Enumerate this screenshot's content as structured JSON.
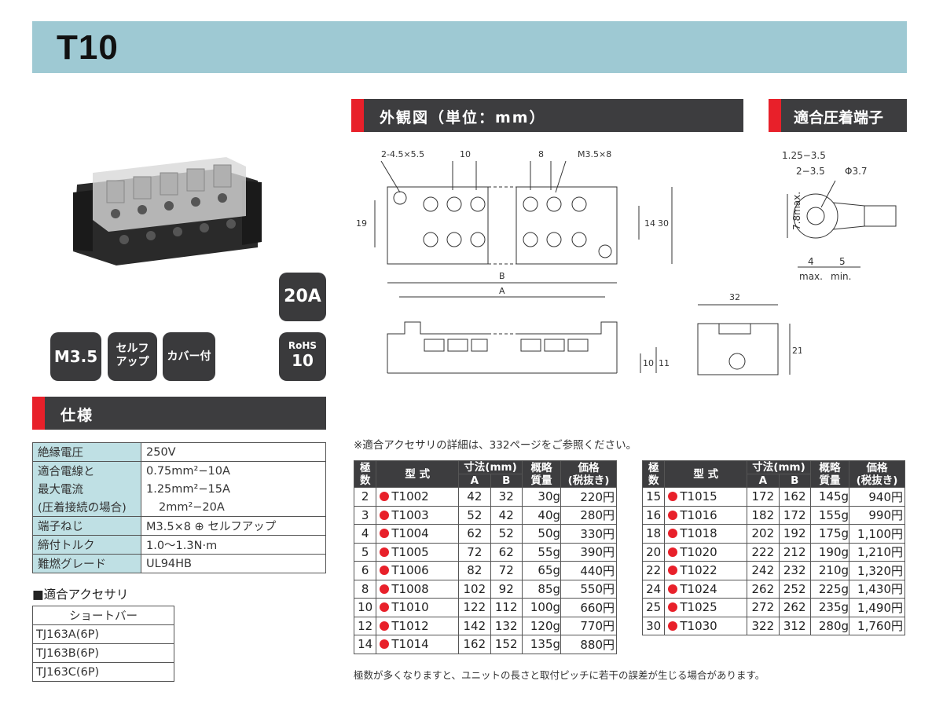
{
  "title": "T10",
  "sections": {
    "outline": "外観図（単位：mm）",
    "terminal": "適合圧着端子",
    "spec": "仕様"
  },
  "badges": {
    "current": "20A",
    "screw": "M3.5",
    "self_up": "セルフ\nアップ",
    "cover": "カバー付",
    "rohs_top": "RoHS",
    "rohs_num": "10"
  },
  "drawing_labels": {
    "hole": "2-4.5×5.5",
    "pitch10": "10",
    "pitch8": "8",
    "screw": "M3.5×8",
    "dim19": "19",
    "dim14": "14",
    "dim30": "30",
    "dimB": "B",
    "dimA": "A",
    "dim32": "32",
    "dim10": "10",
    "dim11": "11",
    "dim21": "21"
  },
  "terminal_labels": {
    "size1": "1.25−3.5",
    "size2": "2−3.5",
    "phi": "Φ3.7",
    "height": "7.8max.",
    "w4": "4",
    "w5": "5",
    "max": "max.",
    "min": "min."
  },
  "spec": {
    "rows": [
      {
        "label": "絶縁電圧",
        "value": "250V"
      },
      {
        "label": "適合電線と",
        "value": "0.75mm²−10A"
      },
      {
        "label": "最大電流",
        "value": "1.25mm²−15A"
      },
      {
        "label": "(圧着接続の場合)",
        "value": "2mm²−20A"
      },
      {
        "label": "端子ねじ",
        "value": "M3.5×8 ⊕ セルフアップ"
      },
      {
        "label": "締付トルク",
        "value": "1.0〜1.3N·m"
      },
      {
        "label": "難燃グレード",
        "value": "UL94HB"
      }
    ]
  },
  "accessory": {
    "heading": "■適合アクセサリ",
    "header": "ショートバー",
    "items": [
      "TJ163A(6P)",
      "TJ163B(6P)",
      "TJ163C(6P)"
    ]
  },
  "table_note_top": "※適合アクセサリの詳細は、332ページをご参照ください。",
  "table_note_bottom": "極数が多くなりますと、ユニットの長さと取付ピッチに若干の誤差が生じる場合があります。",
  "table_headers": {
    "poles": "極\n数",
    "model": "型 式",
    "dims": "寸法(mm)",
    "a": "A",
    "b": "B",
    "mass": "概略\n質量",
    "price": "価格\n(税抜き)"
  },
  "left_rows": [
    {
      "poles": "2",
      "model": "T1002",
      "a": "42",
      "b": "32",
      "mass": "30g",
      "price": "220円"
    },
    {
      "poles": "3",
      "model": "T1003",
      "a": "52",
      "b": "42",
      "mass": "40g",
      "price": "280円"
    },
    {
      "poles": "4",
      "model": "T1004",
      "a": "62",
      "b": "52",
      "mass": "50g",
      "price": "330円"
    },
    {
      "poles": "5",
      "model": "T1005",
      "a": "72",
      "b": "62",
      "mass": "55g",
      "price": "390円"
    },
    {
      "poles": "6",
      "model": "T1006",
      "a": "82",
      "b": "72",
      "mass": "65g",
      "price": "440円"
    },
    {
      "poles": "8",
      "model": "T1008",
      "a": "102",
      "b": "92",
      "mass": "85g",
      "price": "550円"
    },
    {
      "poles": "10",
      "model": "T1010",
      "a": "122",
      "b": "112",
      "mass": "100g",
      "price": "660円"
    },
    {
      "poles": "12",
      "model": "T1012",
      "a": "142",
      "b": "132",
      "mass": "120g",
      "price": "770円"
    },
    {
      "poles": "14",
      "model": "T1014",
      "a": "162",
      "b": "152",
      "mass": "135g",
      "price": "880円"
    }
  ],
  "right_rows": [
    {
      "poles": "15",
      "model": "T1015",
      "a": "172",
      "b": "162",
      "mass": "145g",
      "price": "940円"
    },
    {
      "poles": "16",
      "model": "T1016",
      "a": "182",
      "b": "172",
      "mass": "155g",
      "price": "990円"
    },
    {
      "poles": "18",
      "model": "T1018",
      "a": "202",
      "b": "192",
      "mass": "175g",
      "price": "1,100円"
    },
    {
      "poles": "20",
      "model": "T1020",
      "a": "222",
      "b": "212",
      "mass": "190g",
      "price": "1,210円"
    },
    {
      "poles": "22",
      "model": "T1022",
      "a": "242",
      "b": "232",
      "mass": "210g",
      "price": "1,320円"
    },
    {
      "poles": "24",
      "model": "T1024",
      "a": "262",
      "b": "252",
      "mass": "225g",
      "price": "1,430円"
    },
    {
      "poles": "25",
      "model": "T1025",
      "a": "272",
      "b": "262",
      "mass": "235g",
      "price": "1,490円"
    },
    {
      "poles": "30",
      "model": "T1030",
      "a": "322",
      "b": "312",
      "mass": "280g",
      "price": "1,760円"
    }
  ],
  "colors": {
    "title_band": "#9ec9d3",
    "header": "#3d3d3f",
    "accent_red": "#e8202a",
    "label_bg": "#bfe0e4"
  }
}
